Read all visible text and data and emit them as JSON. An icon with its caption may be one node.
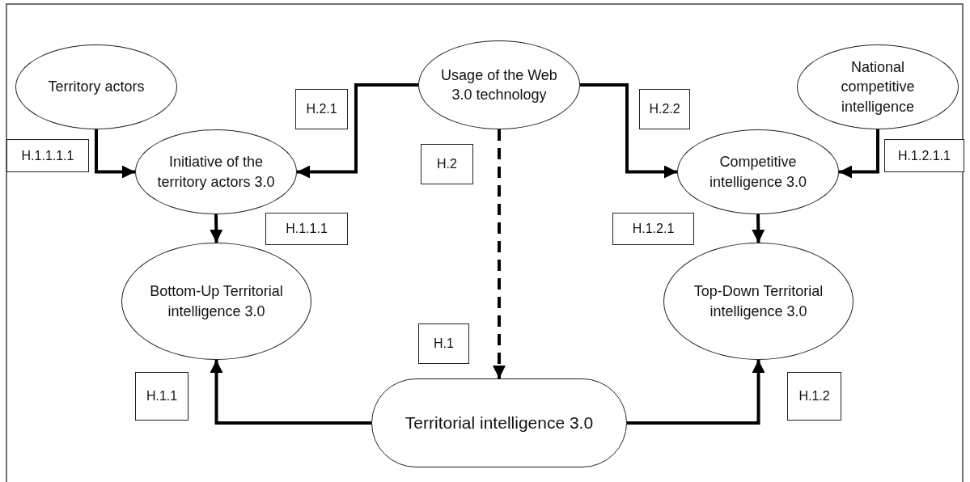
{
  "diagram": {
    "nodes": [
      {
        "text": [
          "Territory actors"
        ]
      },
      {
        "text": [
          "Usage of the Web 3.0 technology"
        ]
      },
      {
        "text": [
          "National competitive intelligence"
        ]
      },
      {
        "text": [
          "Initiative of the territory actors 3.0"
        ]
      },
      {
        "text": [
          "Competitive intelligence 3.0"
        ]
      },
      {
        "text": [
          "Bottom-Up Territorial intelligence 3.0"
        ]
      },
      {
        "text": [
          "Top-Down Territorial intelligence 3.0"
        ]
      },
      {
        "text": [
          "Territorial intelligence 3.0"
        ]
      },
      {
        "text": [
          "H.1.1.1.1"
        ]
      },
      {
        "text": [
          "H.2.1"
        ]
      },
      {
        "text": [
          "H.2.2"
        ]
      },
      {
        "text": [
          "H.1.2.1.1"
        ]
      },
      {
        "text": [
          "H.2"
        ]
      },
      {
        "text": [
          "H.1.1.1"
        ]
      },
      {
        "text": [
          "H.1.2.1"
        ]
      },
      {
        "text": [
          "H.1"
        ]
      },
      {
        "text": [
          "H.1.1"
        ]
      },
      {
        "text": [
          "H.1.2"
        ]
      }
    ],
    "edges": [
      {
        "from": 0,
        "to": 3,
        "arrow": "to"
      },
      {
        "from": 1,
        "to": 3,
        "arrow": "to"
      },
      {
        "from": 1,
        "to": 4,
        "arrow": "to"
      },
      {
        "from": 2,
        "to": 4,
        "arrow": "to"
      },
      {
        "from": 3,
        "to": 5,
        "arrow": "to"
      },
      {
        "from": 4,
        "to": 6,
        "arrow": "to"
      },
      {
        "from": 1,
        "to": 7,
        "arrow": "to",
        "style": "dashed"
      },
      {
        "from": 7,
        "to": 5,
        "arrow": "to"
      },
      {
        "from": 7,
        "to": 6,
        "arrow": "to"
      }
    ]
  }
}
